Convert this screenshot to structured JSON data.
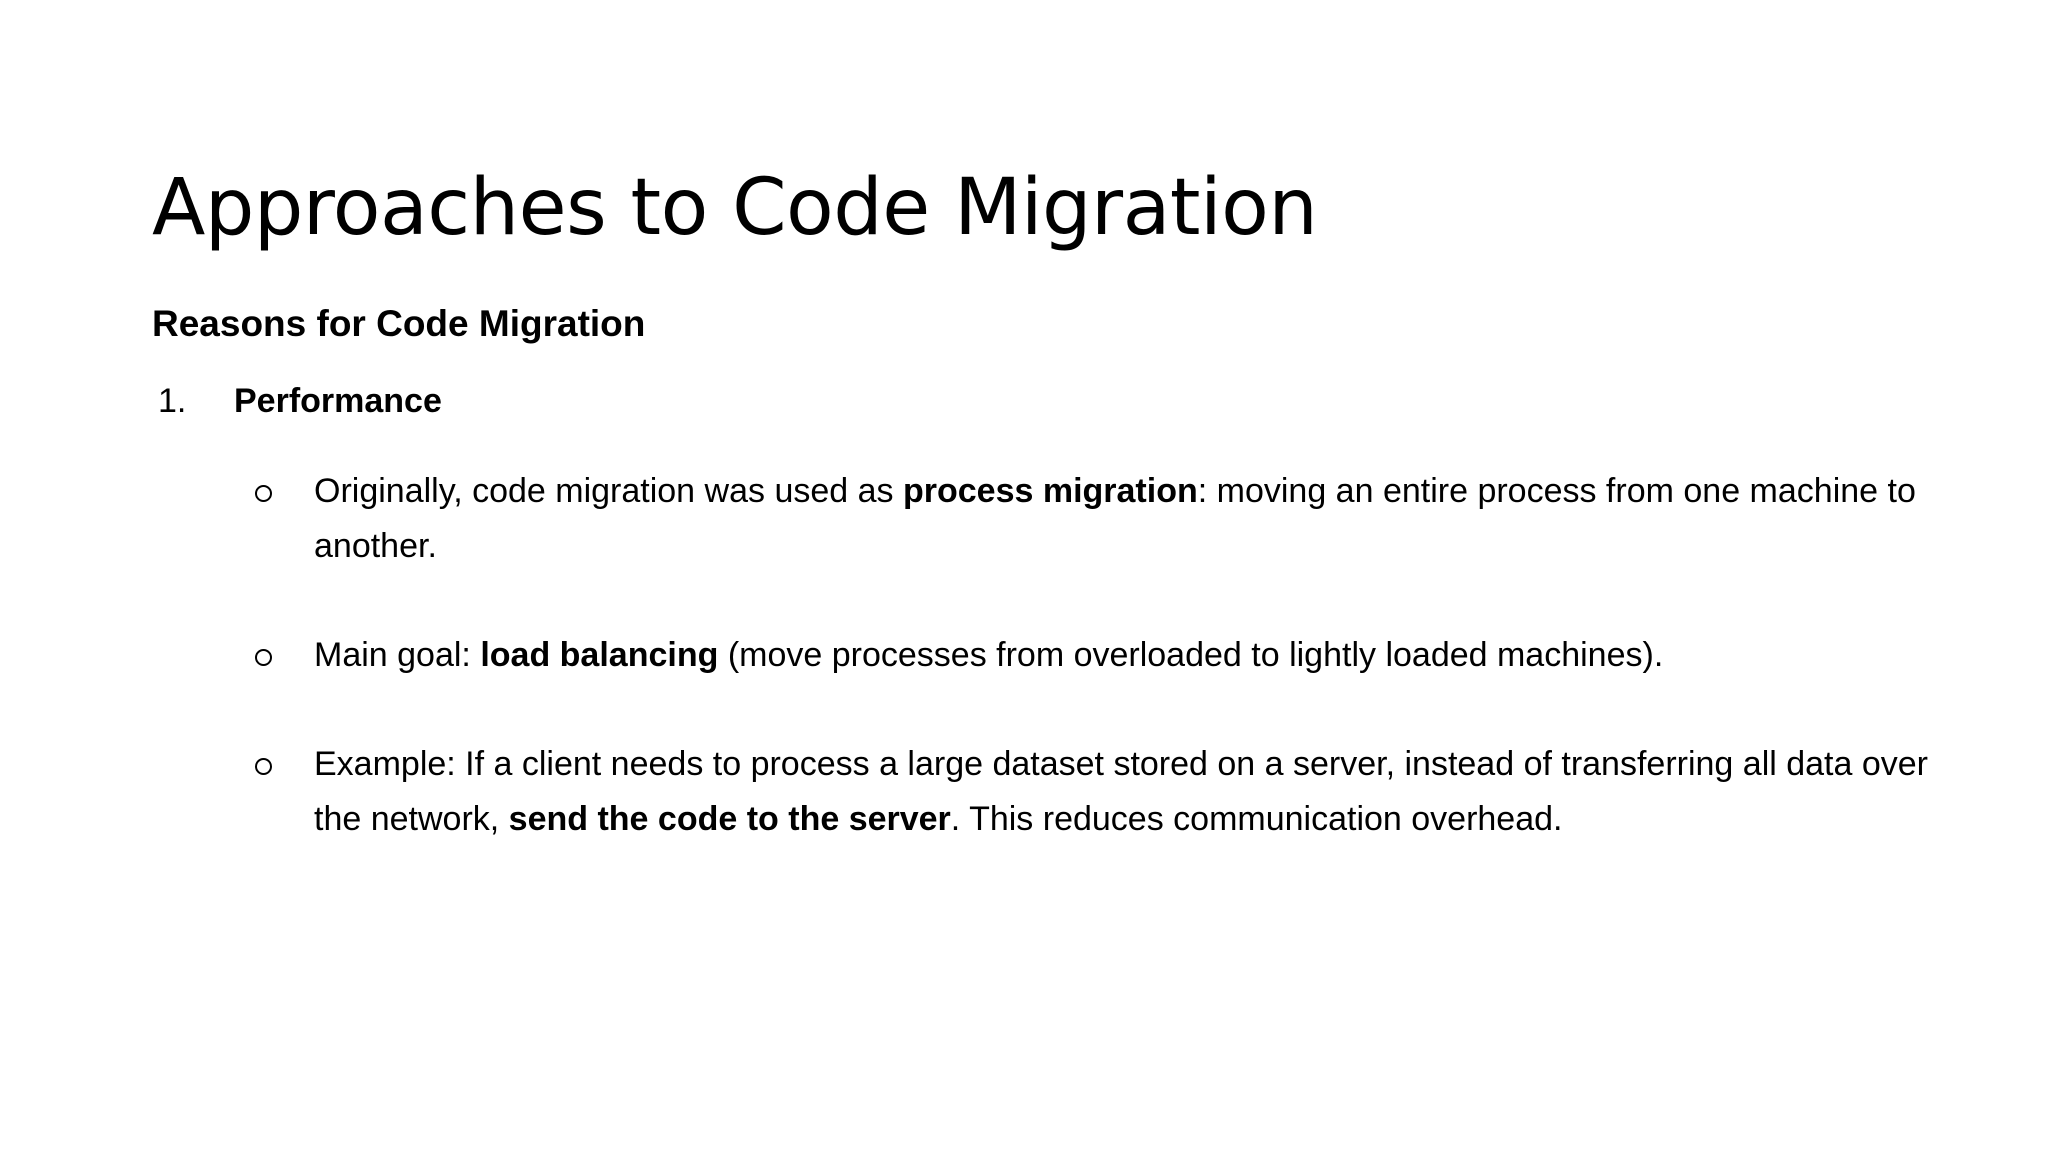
{
  "slide": {
    "title": "Approaches to Code Migration",
    "section_heading": "Reasons for Code Migration",
    "numbered_items": [
      {
        "marker": "1.",
        "label": "Performance",
        "bullets": [
          {
            "marker": "○",
            "parts": [
              {
                "text": "Originally, code migration was used as ",
                "bold": false
              },
              {
                "text": "process migration",
                "bold": true
              },
              {
                "text": ": moving an entire process from one machine to another.",
                "bold": false
              }
            ],
            "plain": "Originally, code migration was used as process migration: moving an entire process from one machine to another."
          },
          {
            "marker": "○",
            "parts": [
              {
                "text": "Main goal: ",
                "bold": false
              },
              {
                "text": "load balancing",
                "bold": true
              },
              {
                "text": " (move processes from overloaded to lightly loaded machines).",
                "bold": false
              }
            ],
            "plain": "Main goal: load balancing (move processes from overloaded to lightly loaded machines)."
          },
          {
            "marker": "○",
            "parts": [
              {
                "text": "Example: If a client needs to process a large dataset stored on a server, instead of transferring all data over the network, ",
                "bold": false
              },
              {
                "text": "send the code to the server",
                "bold": true
              },
              {
                "text": ". This reduces communication overhead.",
                "bold": false
              }
            ],
            "plain": "Example: If a client needs to process a large dataset stored on a server, instead of transferring all data over the network, send the code to the server. This reduces communication overhead."
          }
        ]
      }
    ]
  },
  "colors": {
    "background": "#ffffff",
    "text": "#000000"
  }
}
